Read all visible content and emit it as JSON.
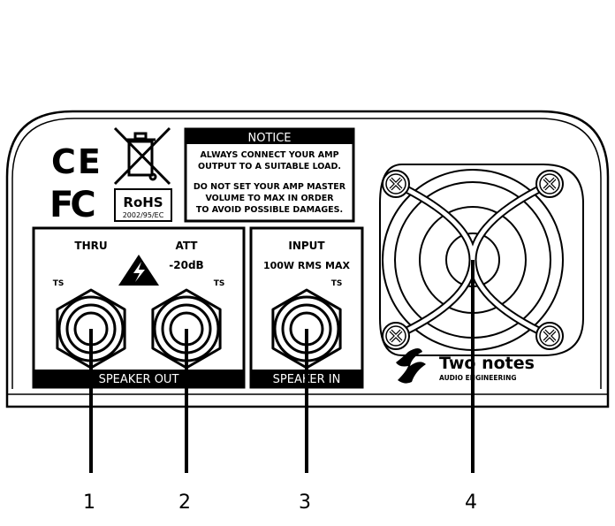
{
  "certifications": {
    "ce": "CE",
    "fcc": "FC",
    "rohs_title": "RoHS",
    "rohs_code": "2002/95/EC"
  },
  "notice": {
    "title": "NOTICE",
    "lines": [
      "ALWAYS CONNECT YOUR AMP",
      "OUTPUT TO A SUITABLE LOAD.",
      "DO NOT SET YOUR AMP MASTER",
      "VOLUME TO MAX IN ORDER",
      "TO AVOID POSSIBLE DAMAGES."
    ]
  },
  "speaker_out": {
    "label": "SPEAKER OUT",
    "thru_label": "THRU",
    "att_label": "ATT",
    "att_value": "-20dB",
    "jack_type": "TS"
  },
  "speaker_in": {
    "label": "SPEAKER IN",
    "input_label": "INPUT",
    "rating": "100W RMS MAX",
    "jack_type": "TS"
  },
  "brand": {
    "name": "Two notes",
    "sub": "AUDIO ENGINEERING"
  },
  "callouts": [
    "1",
    "2",
    "3",
    "4"
  ]
}
